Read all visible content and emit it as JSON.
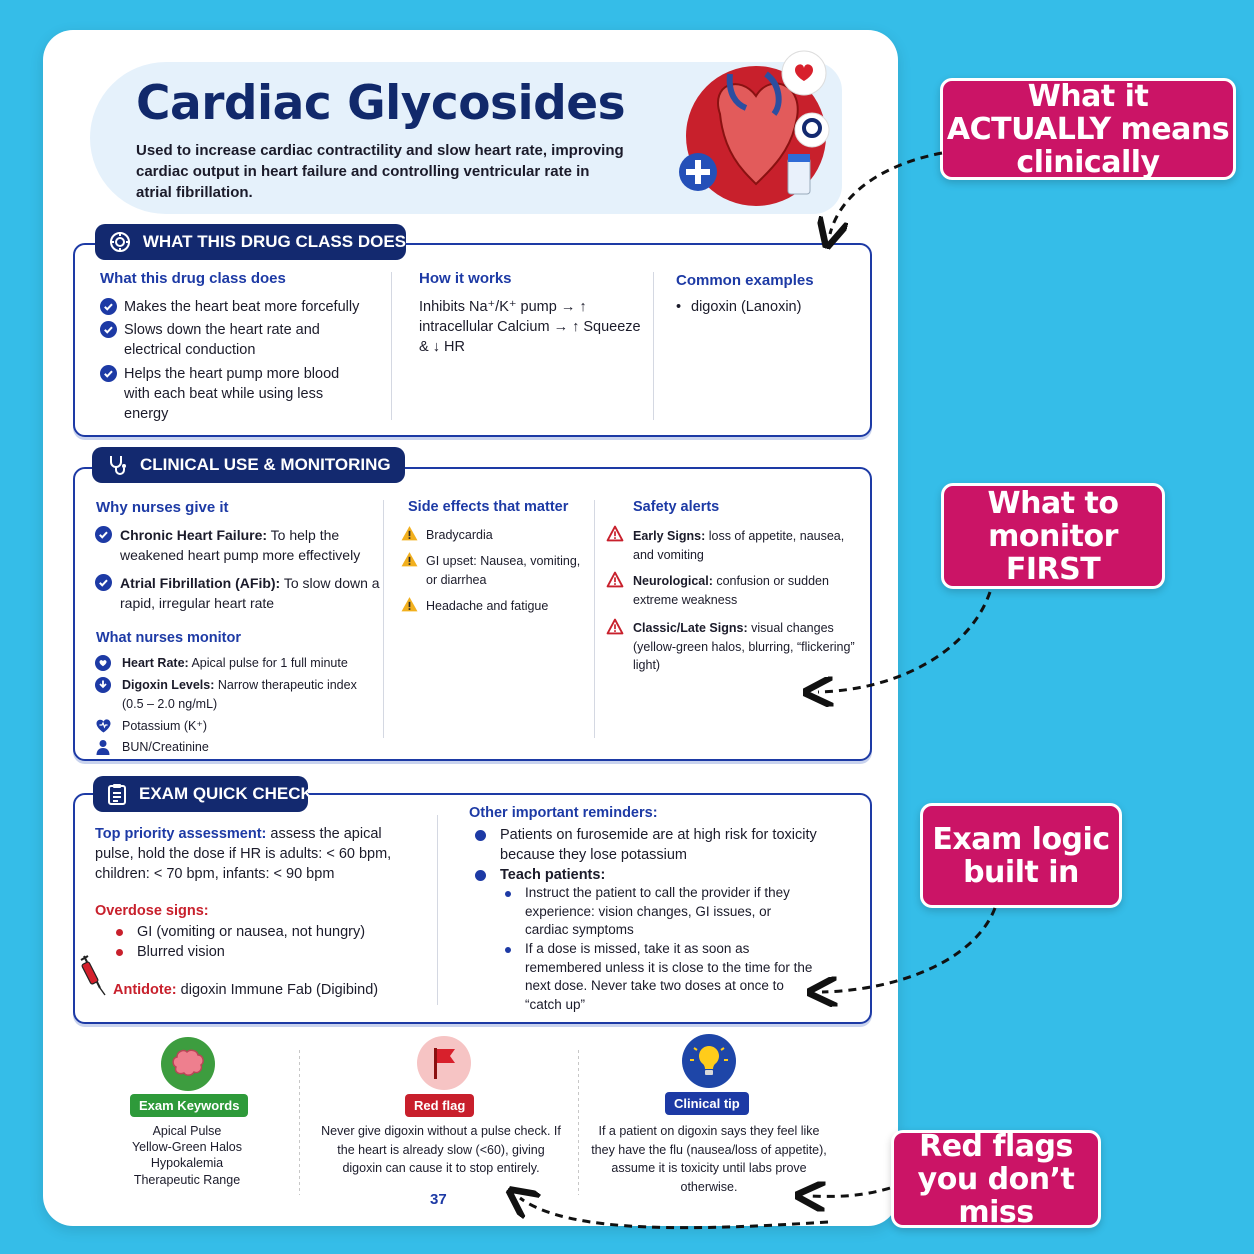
{
  "header": {
    "title": "Cardiac Glycosides",
    "subtitle": "Used to increase cardiac contractility and slow heart rate, improving cardiac output in heart failure and controlling ventricular rate in atrial fibrillation."
  },
  "section1": {
    "tab": "WHAT THIS DRUG CLASS DOES",
    "col1": {
      "heading": "What this drug class does",
      "items": [
        "Makes the heart beat more forcefully",
        "Slows down the heart rate and electrical conduction",
        "Helps the heart pump more blood with each beat while using less energy"
      ]
    },
    "col2": {
      "heading": "How it works",
      "text": "Inhibits Na⁺/K⁺ pump → ↑ intracellular Calcium → ↑ Squeeze & ↓ HR"
    },
    "col3": {
      "heading": "Common examples",
      "items": [
        "digoxin (Lanoxin)"
      ]
    }
  },
  "section2": {
    "tab": "CLINICAL USE & MONITORING",
    "why": {
      "heading": "Why nurses give it",
      "items": [
        {
          "label": "Chronic Heart Failure:",
          "text": " To help the weakened heart pump more effectively"
        },
        {
          "label": "Atrial Fibrillation (AFib):",
          "text": " To slow down a rapid, irregular heart rate"
        }
      ]
    },
    "monitor": {
      "heading": "What nurses monitor",
      "items": [
        {
          "label": "Heart Rate:",
          "text": " Apical pulse for 1 full minute"
        },
        {
          "label": "Digoxin Levels:",
          "text": " Narrow therapeutic index (0.5 – 2.0 ng/mL)"
        },
        {
          "label": "",
          "text": "Potassium (K⁺)"
        },
        {
          "label": "",
          "text": "BUN/Creatinine"
        }
      ]
    },
    "side_effects": {
      "heading": "Side effects that matter",
      "items": [
        "Bradycardia",
        "GI upset: Nausea, vomiting, or diarrhea",
        "Headache and fatigue"
      ]
    },
    "safety": {
      "heading": "Safety alerts",
      "items": [
        {
          "label": "Early Signs:",
          "text": " loss of appetite, nausea, and vomiting"
        },
        {
          "label": "Neurological:",
          "text": " confusion or sudden extreme weakness"
        },
        {
          "label": "Classic/Late Signs:",
          "text": " visual changes (yellow-green halos, blurring, “flickering” light)"
        }
      ]
    }
  },
  "section3": {
    "tab": "EXAM QUICK CHECK",
    "priority": {
      "label": "Top priority assessment:",
      "text": " assess the apical pulse, hold the dose if HR is adults: < 60 bpm, children: < 70 bpm, infants: < 90 bpm"
    },
    "overdose": {
      "heading": "Overdose signs:",
      "items": [
        "GI (vomiting or nausea, not hungry)",
        "Blurred vision"
      ]
    },
    "antidote": {
      "label": "Antidote:",
      "text": " digoxin Immune Fab (Digibind)"
    },
    "reminders": {
      "heading": "Other important reminders:",
      "item1": "Patients on furosemide are at high risk for toxicity because they lose potassium",
      "item2": "Teach patients:",
      "sub1": "Instruct the patient to call the provider if they experience: vision changes, GI issues, or cardiac symptoms",
      "sub2": "If a dose is missed, take it as soon as remembered unless it is close to the time for the next dose. Never take two doses at once to “catch up”"
    }
  },
  "footer": {
    "keywords": {
      "label": "Exam Keywords",
      "lines": [
        "Apical Pulse",
        "Yellow-Green Halos",
        "Hypokalemia",
        "Therapeutic Range"
      ]
    },
    "redflag": {
      "label": "Red flag",
      "text": "Never give digoxin without a pulse check. If the heart is already slow (<60), giving digoxin can cause it to stop entirely."
    },
    "tip": {
      "label": "Clinical tip",
      "text": "If a patient on digoxin says they feel like they have the flu (nausea/loss of appetite), assume it is toxicity until labs prove otherwise."
    },
    "page_number": "37"
  },
  "callouts": {
    "c1": "What it ACTUALLY means clinically",
    "c2": "What to monitor FIRST",
    "c3": "Exam logic built in",
    "c4": "Red flags you don’t miss"
  },
  "colors": {
    "navy": "#13296f",
    "blue": "#1d3aa5",
    "magenta": "#cb1466",
    "background": "#35bde8",
    "red": "#c8202c",
    "green": "#2e9a3a"
  }
}
